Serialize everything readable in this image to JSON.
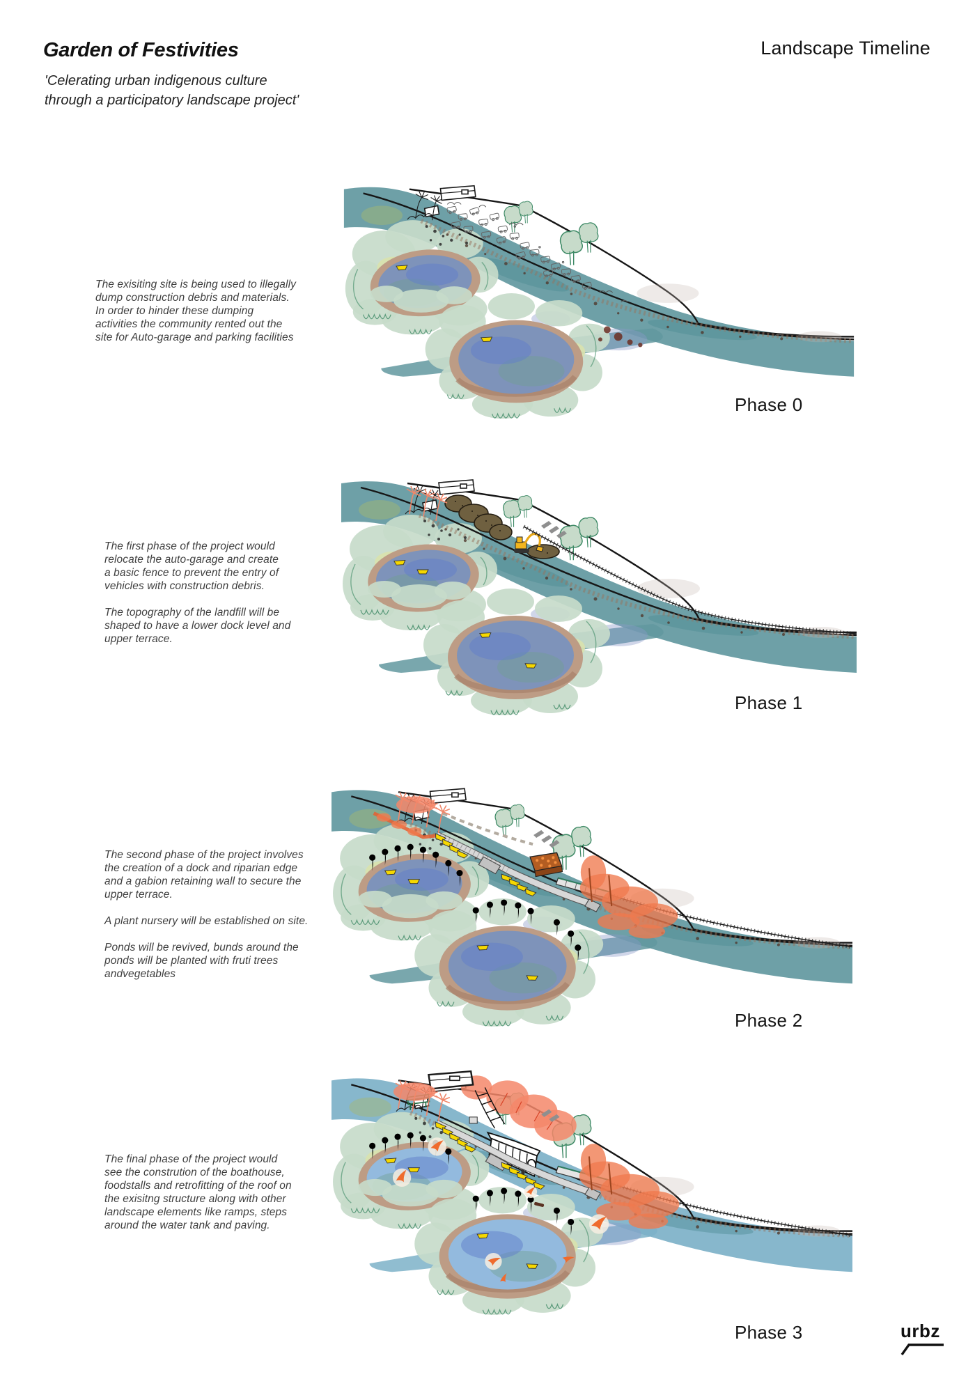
{
  "header": {
    "title": "Garden of Festivities",
    "subtitle": "'Celerating urban indigenous culture\nthrough a participatory landscape project'",
    "right_title": "Landscape Timeline"
  },
  "phases": [
    {
      "label": "Phase 0",
      "description": "The exisiting site is being used to illegally\ndump construction debris and materials.\nIn order to hinder these dumping\nactivities the community rented out the\nsite for Auto-garage and parking facilities"
    },
    {
      "label": "Phase 1",
      "description": "The first phase of the project would\nrelocate the auto-garage and create\na basic fence to prevent the entry of\nvehicles with construction debris.\n\nThe topography of the landfill will be\nshaped to have a lower dock level and\nupper terrace."
    },
    {
      "label": "Phase 2",
      "description": "The second phase of the project involves\nthe creation of a dock and riparian edge\nand a gabion retaining wall to secure the\nupper terrace.\n\nA plant nursery will be established on site.\n\nPonds will be revived, bunds around the\nponds will be planted with fruti trees\nandvegetables"
    },
    {
      "label": "Phase 3",
      "description": "The final phase of the project would\nsee the constrution of the boathouse,\nfoodstalls and retrofitting of the roof on\nthe exisitng structure along with other\nlandscape elements like ramps, steps\naround the water tank and paving."
    }
  ],
  "logo": "urbz",
  "colors": {
    "water_teal": "#62989f",
    "water_light_blue": "#7db1c8",
    "pond_blue": "#7e93ba",
    "pond_blue_light": "#93bade",
    "bund_tan": "#bd9c85",
    "vegetation_green": "#c7dbca",
    "vegetation_outline": "#3e8a66",
    "soil_brown": "#6f6040",
    "accent_orange": "#ef7a4e",
    "boat_yellow": "#f6d800",
    "excavator_yellow": "#f2b51e",
    "ink": "#1a1a1a"
  }
}
